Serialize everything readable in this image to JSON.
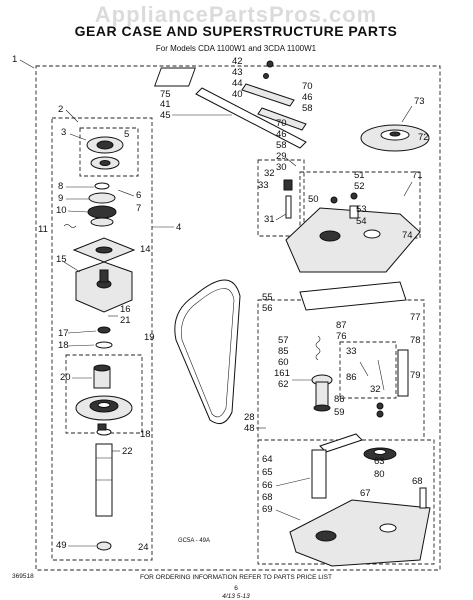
{
  "watermark": "AppliancePartsPros.com",
  "title": "GEAR CASE AND SUPERSTRUCTURE PARTS",
  "subtitle": "For Models CDA 1100W1 and 3CDA 1100W1",
  "footer": "FOR ORDERING INFORMATION REFER TO PARTS PRICE LIST",
  "code_left": "369518",
  "code_center": "GC5A - 49A",
  "page_number": "6",
  "handwritten_note": "4/13  5-13",
  "part_numbers": {
    "top_left": "1",
    "left_column": [
      "2",
      "3",
      "5",
      "8",
      "9",
      "10",
      "6",
      "7",
      "11",
      "4",
      "14",
      "15",
      "16",
      "21",
      "17",
      "18",
      "19",
      "20",
      "18",
      "22",
      "49",
      "24"
    ],
    "upper_arm": [
      "42",
      "43",
      "44",
      "40",
      "75",
      "41",
      "45",
      "70",
      "46",
      "58",
      "70",
      "46",
      "58",
      "29"
    ],
    "right_top": [
      "73",
      "72",
      "30",
      "32",
      "33",
      "31",
      "51",
      "52",
      "71",
      "50",
      "53",
      "54",
      "74"
    ],
    "right_mid": [
      "55",
      "56",
      "57",
      "85",
      "60",
      "161",
      "62",
      "87",
      "76",
      "33",
      "77",
      "78",
      "86",
      "79",
      "32"
    ],
    "right_low": [
      "28",
      "48",
      "86",
      "59",
      "64",
      "65",
      "66",
      "63",
      "80",
      "68",
      "69",
      "67",
      "68"
    ]
  }
}
